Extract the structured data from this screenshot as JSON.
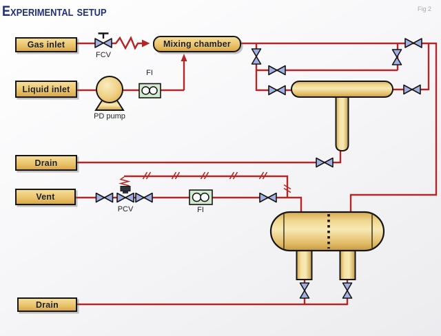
{
  "title": "Experimental setup",
  "fig_note": "Fig 2",
  "labels": {
    "gas_inlet": "Gas inlet",
    "liquid_inlet": "Liquid inlet",
    "mixing_chamber": "Mixing chamber",
    "drain_top": "Drain",
    "vent": "Vent",
    "drain_bottom": "Drain",
    "fcv": "FCV",
    "fi_liquid": "FI",
    "pd_pump": "PD pump",
    "pcv": "PCV",
    "fi_vent": "FI"
  },
  "colors": {
    "pipe_red": "#b22725",
    "valve_blue": "#a3b0e3",
    "outline_black": "#141414",
    "vessel_tan_light": "#f8e9b4",
    "vessel_tan_dark": "#c79a42",
    "fi_green": "#d2eace",
    "title_navy": "#20307c",
    "background": "#f4f4f6"
  }
}
